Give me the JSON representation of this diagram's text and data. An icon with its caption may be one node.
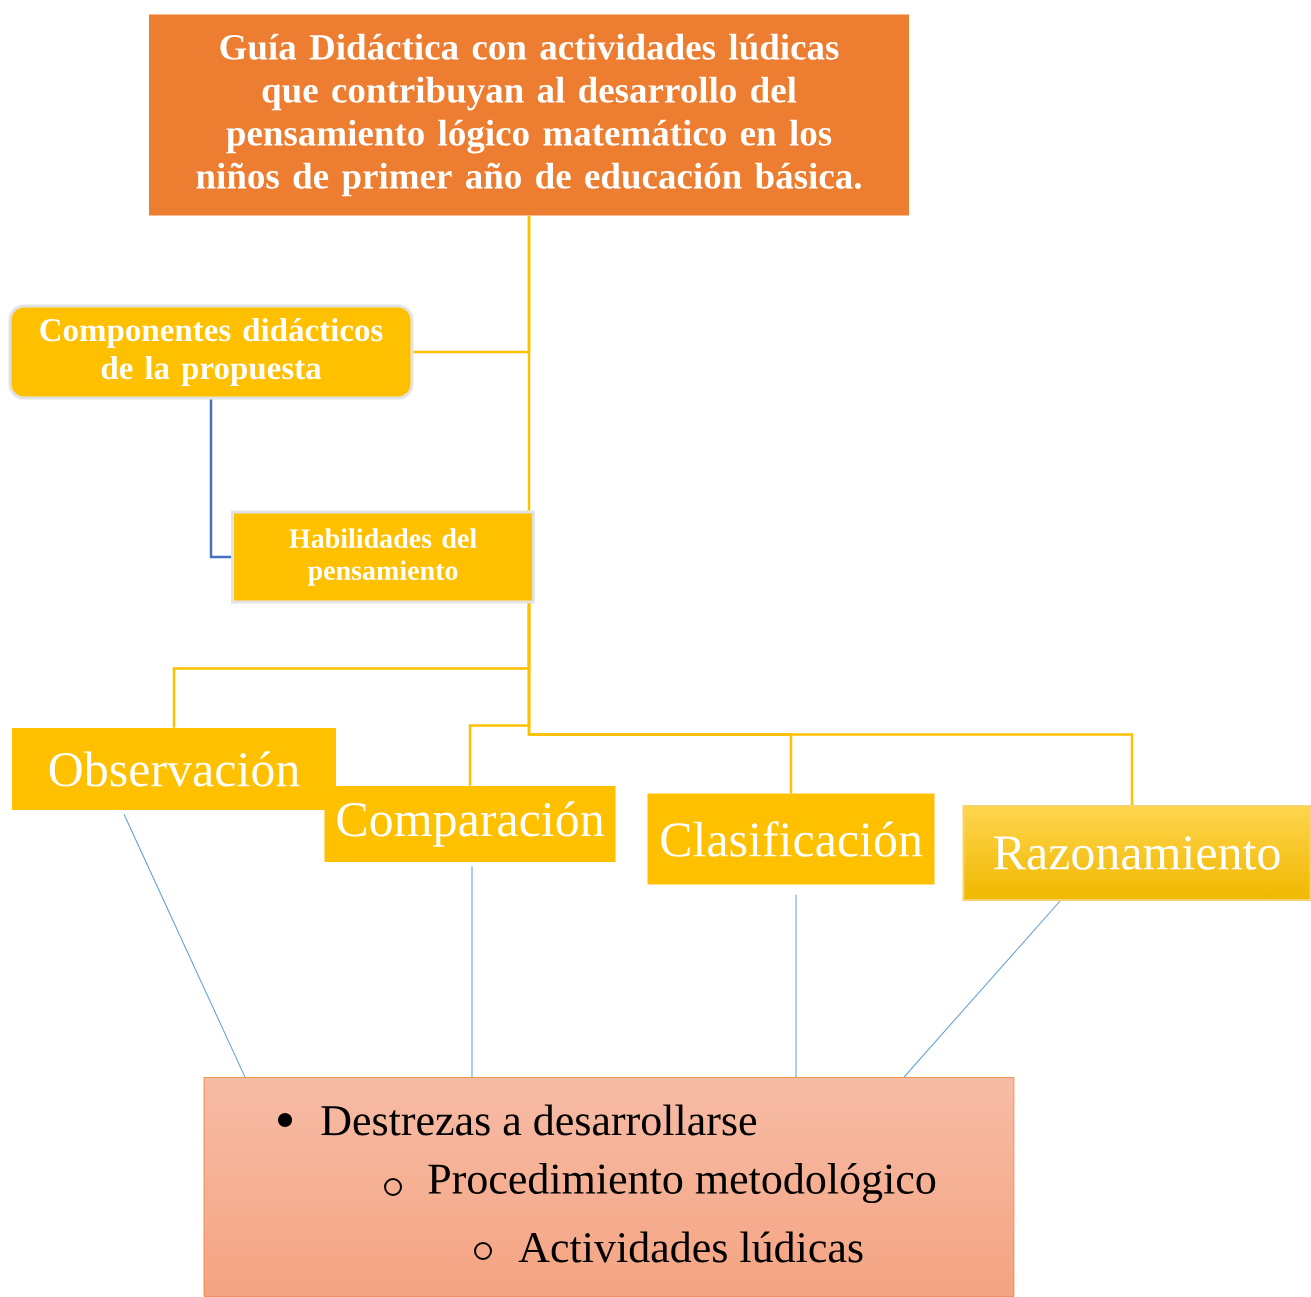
{
  "diagram": {
    "nodes": [
      {
        "text": [
          "Guía Didáctica con actividades lúdicas que contribuyan al desarrollo del pensamiento lógico matemático en los niños de primer año de educación básica."
        ]
      },
      {
        "text": [
          "Componentes didácticos de la propuesta"
        ]
      },
      {
        "text": [
          "Habilidades del pensamiento"
        ]
      },
      {
        "text": [
          "Observación"
        ]
      },
      {
        "text": [
          "Comparación"
        ]
      },
      {
        "text": [
          "Clasificación"
        ]
      },
      {
        "text": [
          "Razonamiento"
        ]
      },
      {
        "text": [
          "Destrezas a desarrollarse",
          "Procedimiento metodológico",
          "Actividades lúdicas"
        ]
      }
    ],
    "edges": [
      {
        "from": 0,
        "to": 1,
        "arrow": "none"
      },
      {
        "from": 0,
        "to": 2,
        "arrow": "none"
      },
      {
        "from": 1,
        "to": 2,
        "arrow": "none",
        "color": "#4472c4"
      },
      {
        "from": 2,
        "to": 3,
        "arrow": "none"
      },
      {
        "from": 2,
        "to": 4,
        "arrow": "none"
      },
      {
        "from": 2,
        "to": 5,
        "arrow": "none"
      },
      {
        "from": 2,
        "to": 6,
        "arrow": "none"
      },
      {
        "from": 3,
        "to": 7,
        "arrow": "none",
        "color": "#5b9bd5"
      },
      {
        "from": 4,
        "to": 7,
        "arrow": "none",
        "color": "#5b9bd5"
      },
      {
        "from": 5,
        "to": 7,
        "arrow": "none",
        "color": "#5b9bd5"
      },
      {
        "from": 6,
        "to": 7,
        "arrow": "none",
        "color": "#5b9bd5"
      }
    ]
  }
}
